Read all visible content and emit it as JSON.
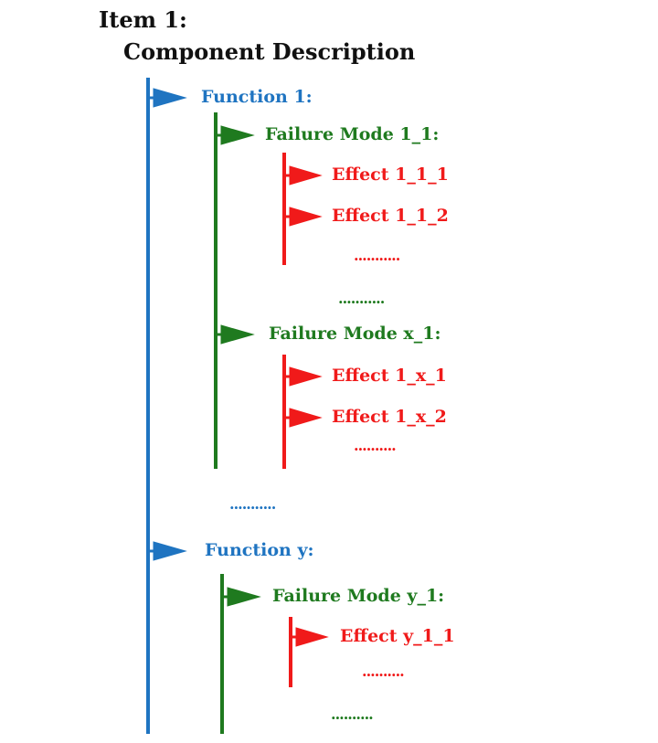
{
  "item": {
    "title": "Item 1:",
    "description": "Component Description"
  },
  "functions": [
    {
      "label": "Function 1:",
      "failure_modes": [
        {
          "label": "Failure Mode 1_1:",
          "effects": [
            "Effect 1_1_1",
            "Effect 1_1_2"
          ],
          "more": "..........."
        },
        {
          "label": "Failure Mode x_1:",
          "effects": [
            "Effect 1_x_1",
            "Effect 1_x_2"
          ],
          "more": ".........."
        }
      ],
      "more_failure_modes": "..........."
    },
    {
      "label": "Function y:",
      "failure_modes": [
        {
          "label": "Failure Mode y_1:",
          "effects": [
            "Effect y_1_1"
          ],
          "more": ".........."
        }
      ],
      "more_failure_modes": ".........."
    }
  ],
  "more_functions": "...........",
  "colors": {
    "function": "#1f74c1",
    "failure_mode": "#1f7a1f",
    "effect": "#f01a1a",
    "item": "#111111"
  }
}
